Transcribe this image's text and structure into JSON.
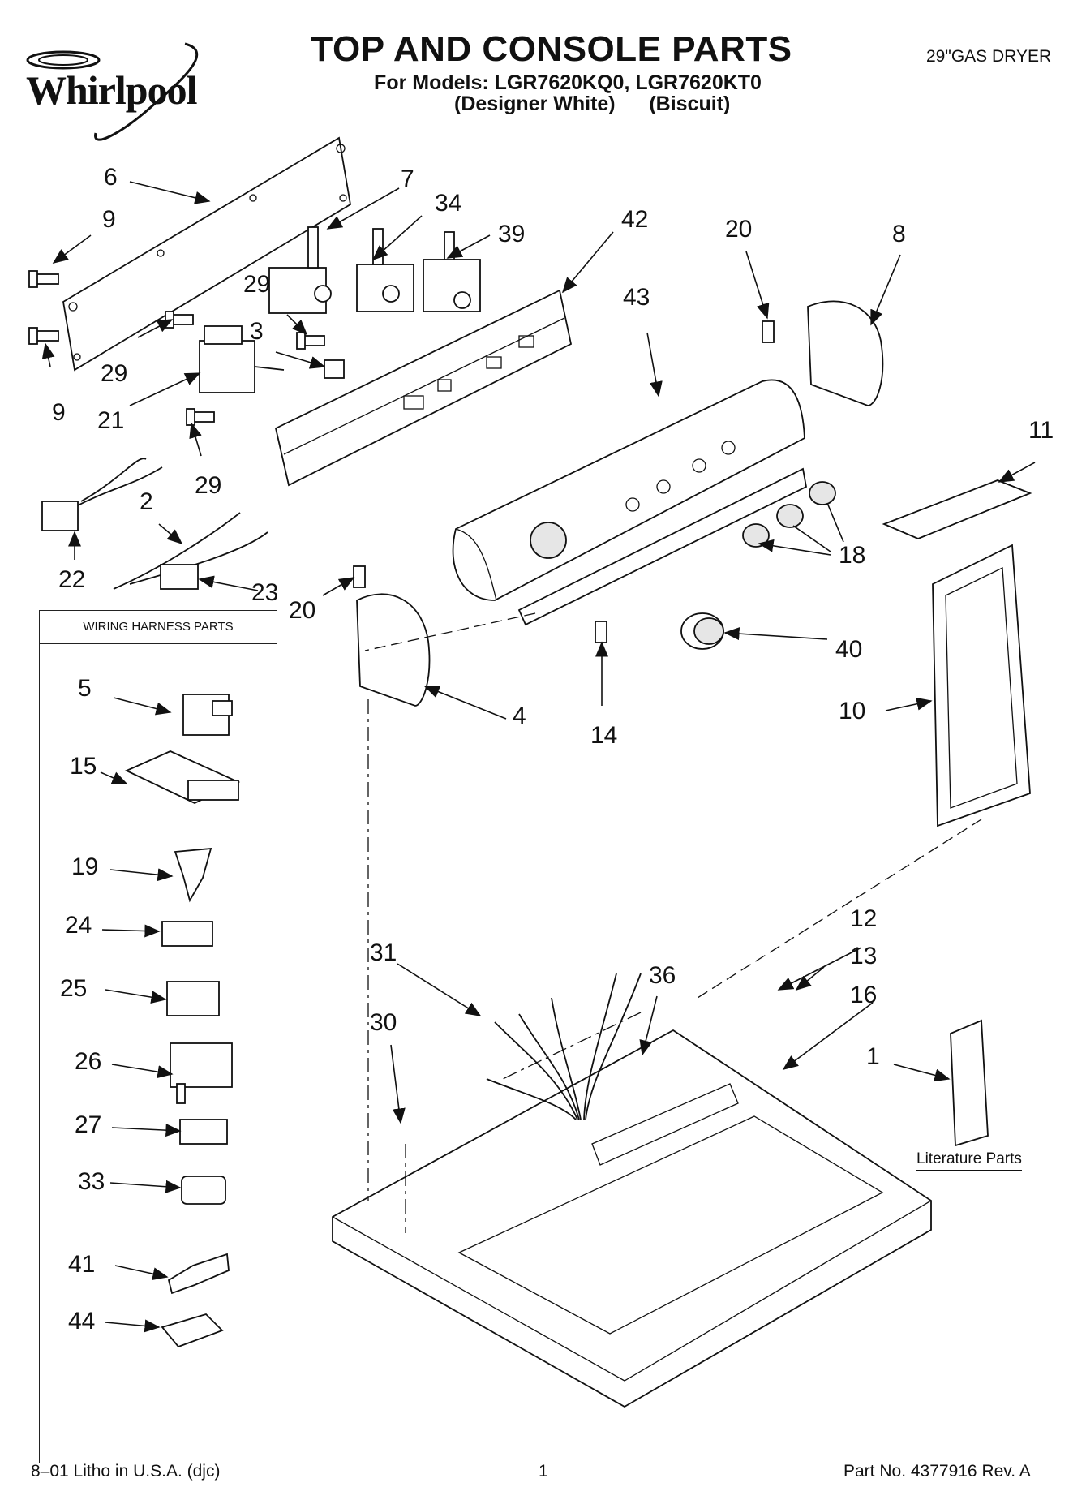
{
  "header": {
    "brand": "Whirlpool",
    "title": "TOP AND CONSOLE PARTS",
    "models_line": "For Models: LGR7620KQ0, LGR7620KT0",
    "variant_1": "(Designer White)",
    "variant_2": "(Biscuit)",
    "product_type": "29\"GAS DRYER"
  },
  "callouts": {
    "c6": "6",
    "c9a": "9",
    "c9b": "9",
    "c7": "7",
    "c34": "34",
    "c39": "39",
    "c42": "42",
    "c20a": "20",
    "c8": "8",
    "c29a": "29",
    "c3": "3",
    "c43": "43",
    "c29b": "29",
    "c21": "21",
    "c29c": "29",
    "c11": "11",
    "c18": "18",
    "c2": "2",
    "c22": "22",
    "c23": "23",
    "c20b": "20",
    "c40": "40",
    "c4": "4",
    "c14": "14",
    "c10": "10",
    "c12": "12",
    "c13": "13",
    "c31": "31",
    "c36": "36",
    "c16": "16",
    "c30": "30",
    "c1": "1"
  },
  "wiring_harness": {
    "title": "WIRING HARNESS PARTS",
    "items": [
      "5",
      "15",
      "19",
      "24",
      "25",
      "26",
      "27",
      "33",
      "41",
      "44"
    ]
  },
  "literature": {
    "label": "Literature Parts"
  },
  "footer": {
    "left": "8–01 Litho in U.S.A. (djc)",
    "center": "1",
    "right": "Part No. 4377916 Rev. A"
  }
}
